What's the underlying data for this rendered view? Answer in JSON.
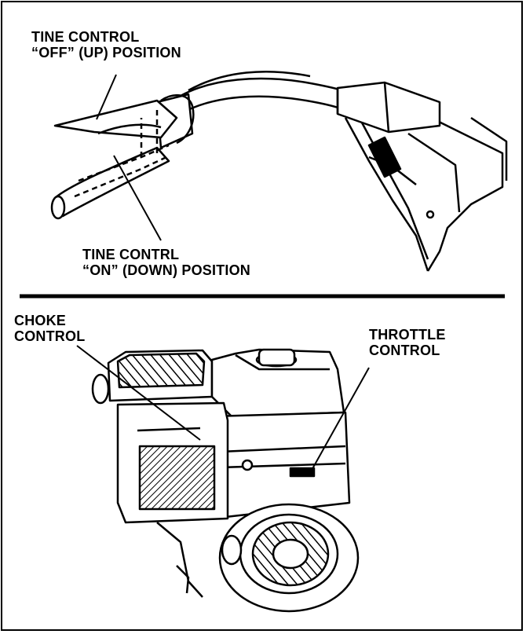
{
  "labels": {
    "tine_off": {
      "line1": "TINE CONTROL",
      "line2": "“OFF” (UP) POSITION"
    },
    "tine_on": {
      "line1": "TINE CONTRL",
      "line2": "“ON” (DOWN) POSITION"
    },
    "choke": {
      "line1": "CHOKE",
      "line2": "CONTROL"
    },
    "throttle": {
      "line1": "THROTTLE",
      "line2": "CONTROL"
    }
  }
}
